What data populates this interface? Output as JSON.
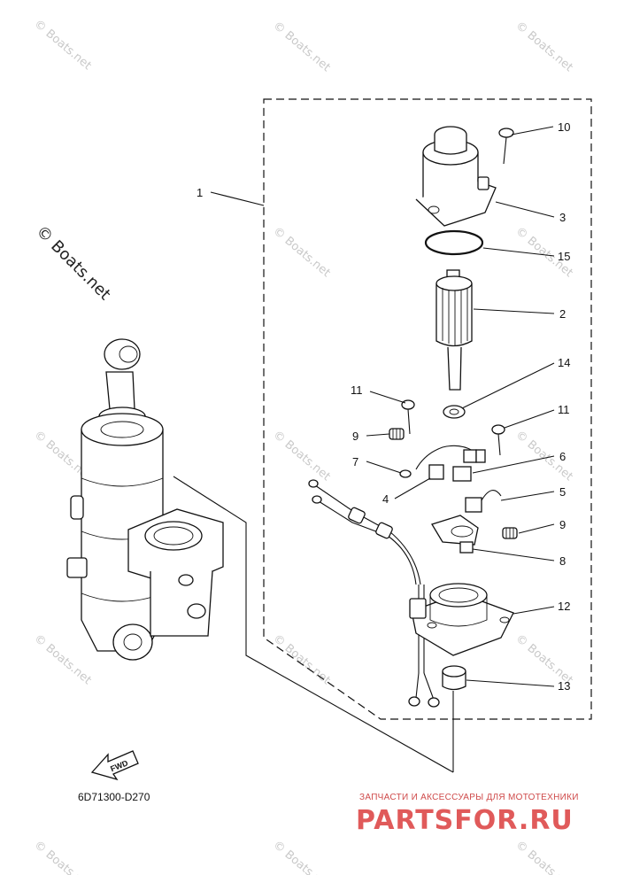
{
  "diagram": {
    "callouts": [
      "1",
      "2",
      "3",
      "4",
      "5",
      "6",
      "7",
      "8",
      "9",
      "9",
      "10",
      "11",
      "11",
      "12",
      "13",
      "14",
      "15"
    ],
    "part_code": "6D71300-D270",
    "fwd_label": "FWD",
    "watermark_small": "© Boats.net",
    "watermark_large": "© Boats.net",
    "shop_tagline": "ЗАПЧАСТИ И АКСЕССУАРЫ ДЛЯ МОТОТЕХНИКИ",
    "shop_logo": "PARTSFOR.RU"
  },
  "colors": {
    "line": "#111111",
    "watermark": "#c9c9c9",
    "shop_red": "#e05a5a"
  }
}
